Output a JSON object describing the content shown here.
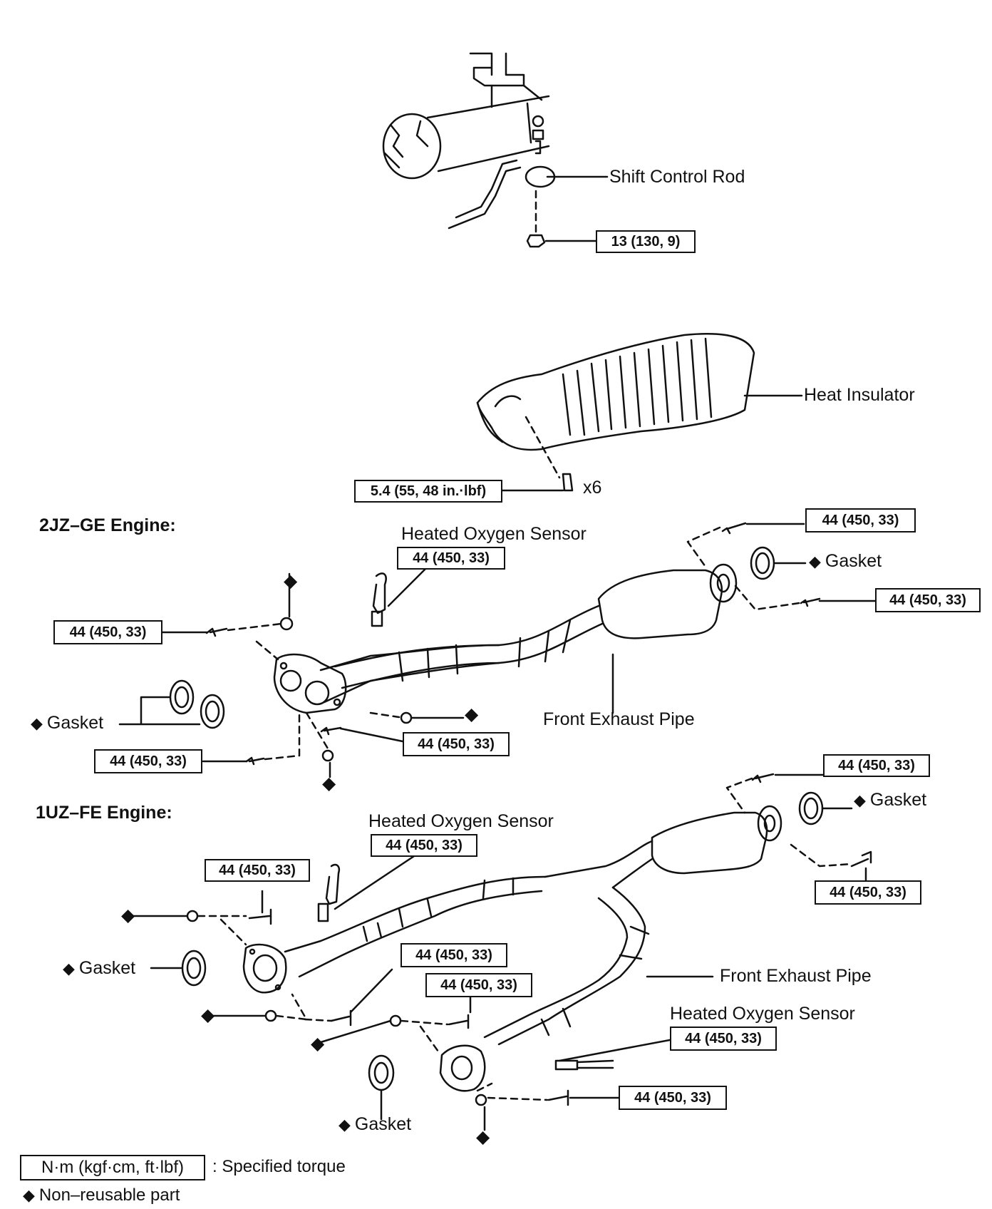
{
  "symbols": {
    "non_reusable": "◆"
  },
  "shift_section": {
    "shift_control_rod": "Shift Control Rod",
    "torque": "13 (130, 9)"
  },
  "heat_section": {
    "heat_insulator": "Heat Insulator",
    "torque": "5.4 (55, 48 in.·lbf)",
    "qty": "x6"
  },
  "engine_2jz": {
    "title": "2JZ–GE Engine:",
    "sensor_label": "Heated Oxygen Sensor",
    "sensor_torque": "44 (450, 33)",
    "front_pipe": "Front Exhaust Pipe",
    "gasket_right": "Gasket",
    "gasket_left": "Gasket",
    "torque_top_right": "44 (450, 33)",
    "torque_right": "44 (450, 33)",
    "torque_left": "44 (450, 33)",
    "torque_center": "44 (450, 33)",
    "torque_bottom_left": "44 (450, 33)"
  },
  "engine_1uz": {
    "title": "1UZ–FE Engine:",
    "sensor_label_1": "Heated Oxygen Sensor",
    "sensor_torque_1": "44 (450, 33)",
    "sensor_label_2": "Heated Oxygen Sensor",
    "sensor_torque_2": "44 (450, 33)",
    "front_pipe": "Front Exhaust Pipe",
    "gasket_right": "Gasket",
    "gasket_left": "Gasket",
    "gasket_bottom": "Gasket",
    "torque_top_right": "44 (450, 33)",
    "torque_right": "44 (450, 33)",
    "torque_left_top": "44 (450, 33)",
    "torque_mid_1": "44 (450, 33)",
    "torque_mid_2": "44 (450, 33)",
    "torque_bottom": "44 (450, 33)"
  },
  "legend": {
    "torque_unit": "N·m (kgf·cm, ft·lbf)",
    "torque_desc": ": Specified torque",
    "non_reusable": "Non–reusable part"
  }
}
